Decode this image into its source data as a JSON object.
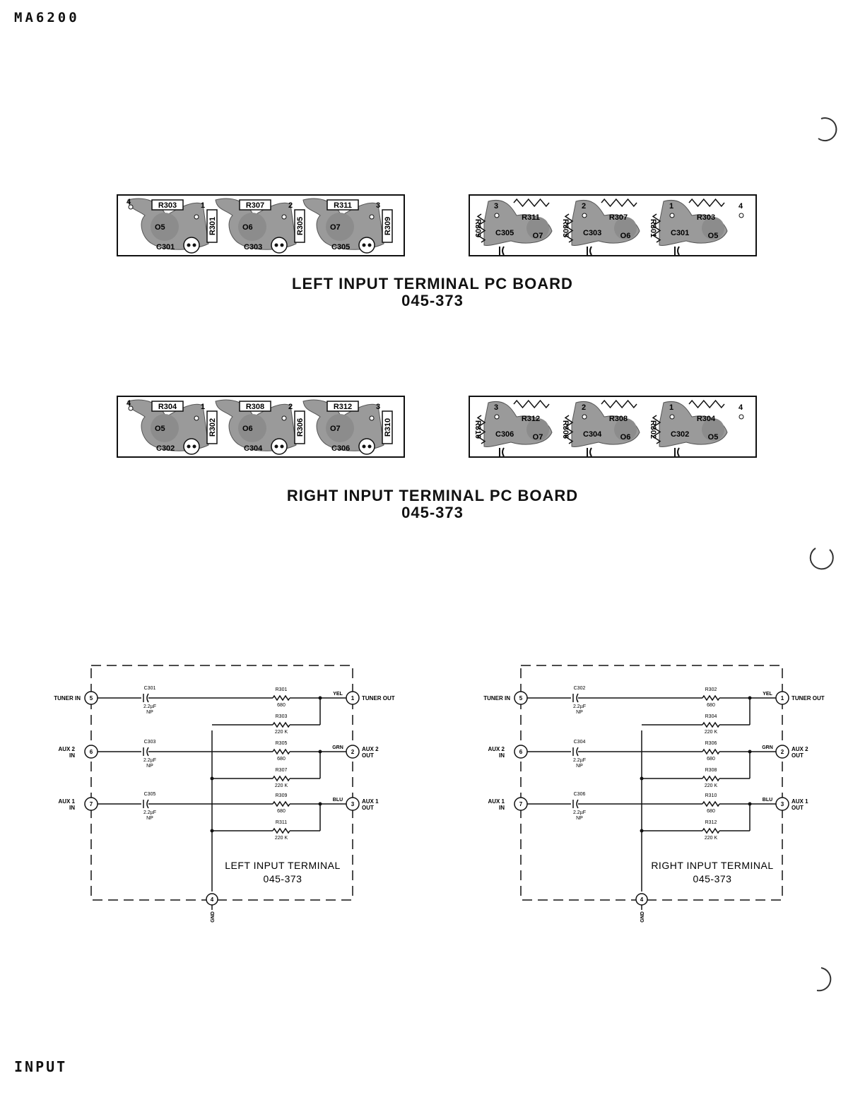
{
  "page": {
    "header": "MA6200",
    "footer": "INPUT"
  },
  "left_board": {
    "title": "LEFT INPUT TERMINAL PC BOARD",
    "part_number": "045-373",
    "component_side": {
      "terminals": [
        "4",
        "1",
        "2",
        "3"
      ],
      "resistors": [
        "R303",
        "R301",
        "R307",
        "R305",
        "R311",
        "R309"
      ],
      "pads": [
        "5",
        "6",
        "7"
      ],
      "capacitors": [
        "C301",
        "C303",
        "C305"
      ]
    },
    "foil_side": {
      "terminals": [
        "3",
        "2",
        "1",
        "4"
      ],
      "resistors": [
        "R309",
        "R311",
        "R305",
        "R307",
        "R301",
        "R303"
      ],
      "pads": [
        "7",
        "6",
        "5"
      ],
      "capacitors": [
        "C305",
        "C303",
        "C301"
      ]
    }
  },
  "right_board": {
    "title": "RIGHT INPUT TERMINAL PC BOARD",
    "part_number": "045-373",
    "component_side": {
      "terminals": [
        "4",
        "1",
        "2",
        "3"
      ],
      "resistors": [
        "R304",
        "R302",
        "R308",
        "R306",
        "R312",
        "R310"
      ],
      "pads": [
        "5",
        "6",
        "7"
      ],
      "capacitors": [
        "C302",
        "C304",
        "C306"
      ]
    },
    "foil_side": {
      "terminals": [
        "3",
        "2",
        "1",
        "4"
      ],
      "resistors": [
        "R310",
        "R312",
        "R306",
        "R308",
        "R302",
        "R304"
      ],
      "pads": [
        "7",
        "6",
        "5"
      ],
      "capacitors": [
        "C306",
        "C304",
        "C302"
      ]
    }
  },
  "left_schematic": {
    "title": "LEFT INPUT TERMINAL",
    "part_number": "045-373",
    "ground": {
      "pin": "4",
      "label": "GND"
    },
    "channels": [
      {
        "in_label": [
          "TUNER IN"
        ],
        "in_pin": "5",
        "cap": "C301",
        "cap_value": [
          "2.2µF",
          "NP"
        ],
        "series_r": "R301",
        "series_value": "680",
        "wire": "YEL",
        "out_pin": "1",
        "out_label": [
          "TUNER OUT"
        ],
        "shunt_r": "R303",
        "shunt_value": "220 K"
      },
      {
        "in_label": [
          "AUX 2",
          "IN"
        ],
        "in_pin": "6",
        "cap": "C303",
        "cap_value": [
          "2.2µF",
          "NP"
        ],
        "series_r": "R305",
        "series_value": "680",
        "wire": "GRN",
        "out_pin": "2",
        "out_label": [
          "AUX 2",
          "OUT"
        ],
        "shunt_r": "R307",
        "shunt_value": "220 K"
      },
      {
        "in_label": [
          "AUX 1",
          "IN"
        ],
        "in_pin": "7",
        "cap": "C305",
        "cap_value": [
          "2.2µF",
          "NP"
        ],
        "series_r": "R309",
        "series_value": "680",
        "wire": "BLU",
        "out_pin": "3",
        "out_label": [
          "AUX 1",
          "OUT"
        ],
        "shunt_r": "R311",
        "shunt_value": "220 K"
      }
    ]
  },
  "right_schematic": {
    "title": "RIGHT INPUT TERMINAL",
    "part_number": "045-373",
    "ground": {
      "pin": "4",
      "label": "GND"
    },
    "channels": [
      {
        "in_label": [
          "TUNER IN"
        ],
        "in_pin": "5",
        "cap": "C302",
        "cap_value": [
          "2.2µF",
          "NP"
        ],
        "series_r": "R302",
        "series_value": "680",
        "wire": "YEL",
        "out_pin": "1",
        "out_label": [
          "TUNER OUT"
        ],
        "shunt_r": "R304",
        "shunt_value": "220 K"
      },
      {
        "in_label": [
          "AUX 2",
          "IN"
        ],
        "in_pin": "6",
        "cap": "C304",
        "cap_value": [
          "2.2µF",
          "NP"
        ],
        "series_r": "R306",
        "series_value": "680",
        "wire": "GRN",
        "out_pin": "2",
        "out_label": [
          "AUX 2",
          "OUT"
        ],
        "shunt_r": "R308",
        "shunt_value": "220 K"
      },
      {
        "in_label": [
          "AUX 1",
          "IN"
        ],
        "in_pin": "7",
        "cap": "C306",
        "cap_value": [
          "2.2µF",
          "NP"
        ],
        "series_r": "R310",
        "series_value": "680",
        "wire": "BLU",
        "out_pin": "3",
        "out_label": [
          "AUX 1",
          "OUT"
        ],
        "shunt_r": "R312",
        "shunt_value": "220 K"
      }
    ]
  }
}
